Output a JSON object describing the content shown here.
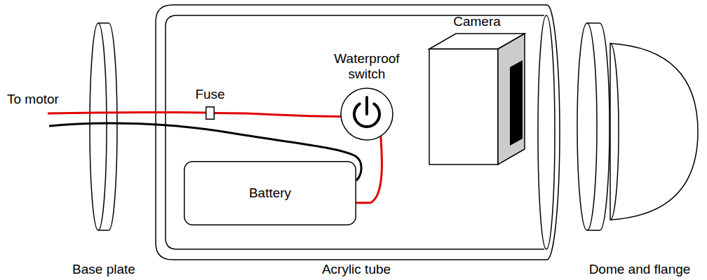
{
  "diagram": {
    "nodes": [
      {
        "text": [
          "Fuse"
        ]
      },
      {
        "text": [
          "Waterproof switch"
        ]
      },
      {
        "text": [
          "Camera"
        ]
      },
      {
        "text": [
          "Battery"
        ]
      }
    ],
    "edges": [
      {
        "from": 0,
        "to": 1,
        "arrow": "none"
      },
      {
        "from": 1,
        "to": 3,
        "arrow": "none"
      }
    ],
    "labels": [
      "To motor",
      "Base plate",
      "Acrylic tube",
      "Dome and flange"
    ]
  }
}
